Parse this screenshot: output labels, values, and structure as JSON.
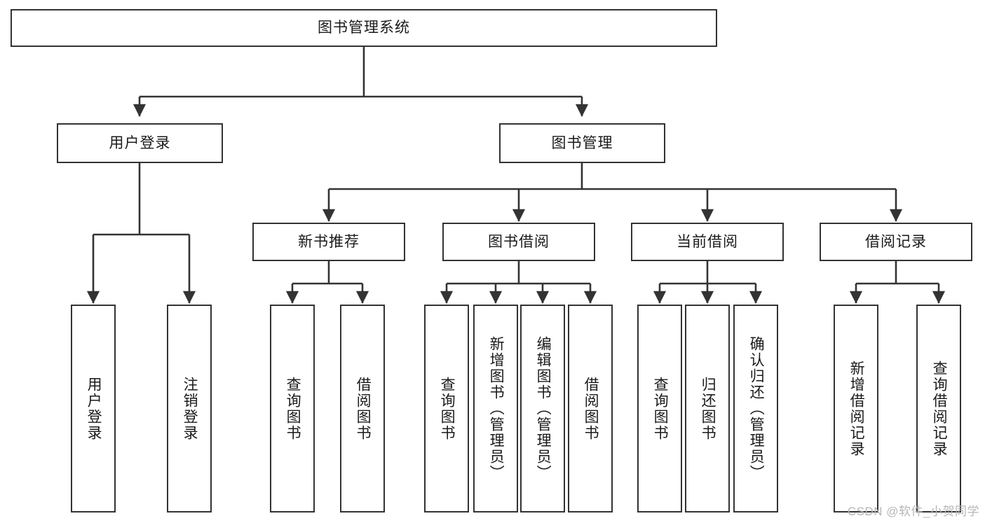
{
  "diagram": {
    "title": "图书管理系统",
    "watermark": "CSDN @软件_小贺同学",
    "colors": {
      "box_border": "#333333",
      "box_fill": "#ffffff",
      "connector": "#333333",
      "text": "#1a1a1a",
      "watermark": "#b6b6b6"
    },
    "level1": {
      "label": "图书管理系统"
    },
    "level2": [
      {
        "label": "用户登录"
      },
      {
        "label": "图书管理"
      }
    ],
    "level3": [
      {
        "label": "新书推荐"
      },
      {
        "label": "图书借阅"
      },
      {
        "label": "当前借阅"
      },
      {
        "label": "借阅记录"
      }
    ],
    "leaves": {
      "user_login": [
        {
          "label": "用户登录"
        },
        {
          "label": "注销登录"
        }
      ],
      "new_book": [
        {
          "label": "查询图书"
        },
        {
          "label": "借阅图书"
        }
      ],
      "borrow_book": [
        {
          "label": "查询图书"
        },
        {
          "label": "新增图书（管理员）"
        },
        {
          "label": "编辑图书（管理员）"
        },
        {
          "label": "借阅图书"
        }
      ],
      "current_borrow": [
        {
          "label": "查询图书"
        },
        {
          "label": "归还图书"
        },
        {
          "label": "确认归还（管理员）"
        }
      ],
      "borrow_record": [
        {
          "label": "新增借阅记录"
        },
        {
          "label": "查询借阅记录"
        }
      ]
    }
  }
}
